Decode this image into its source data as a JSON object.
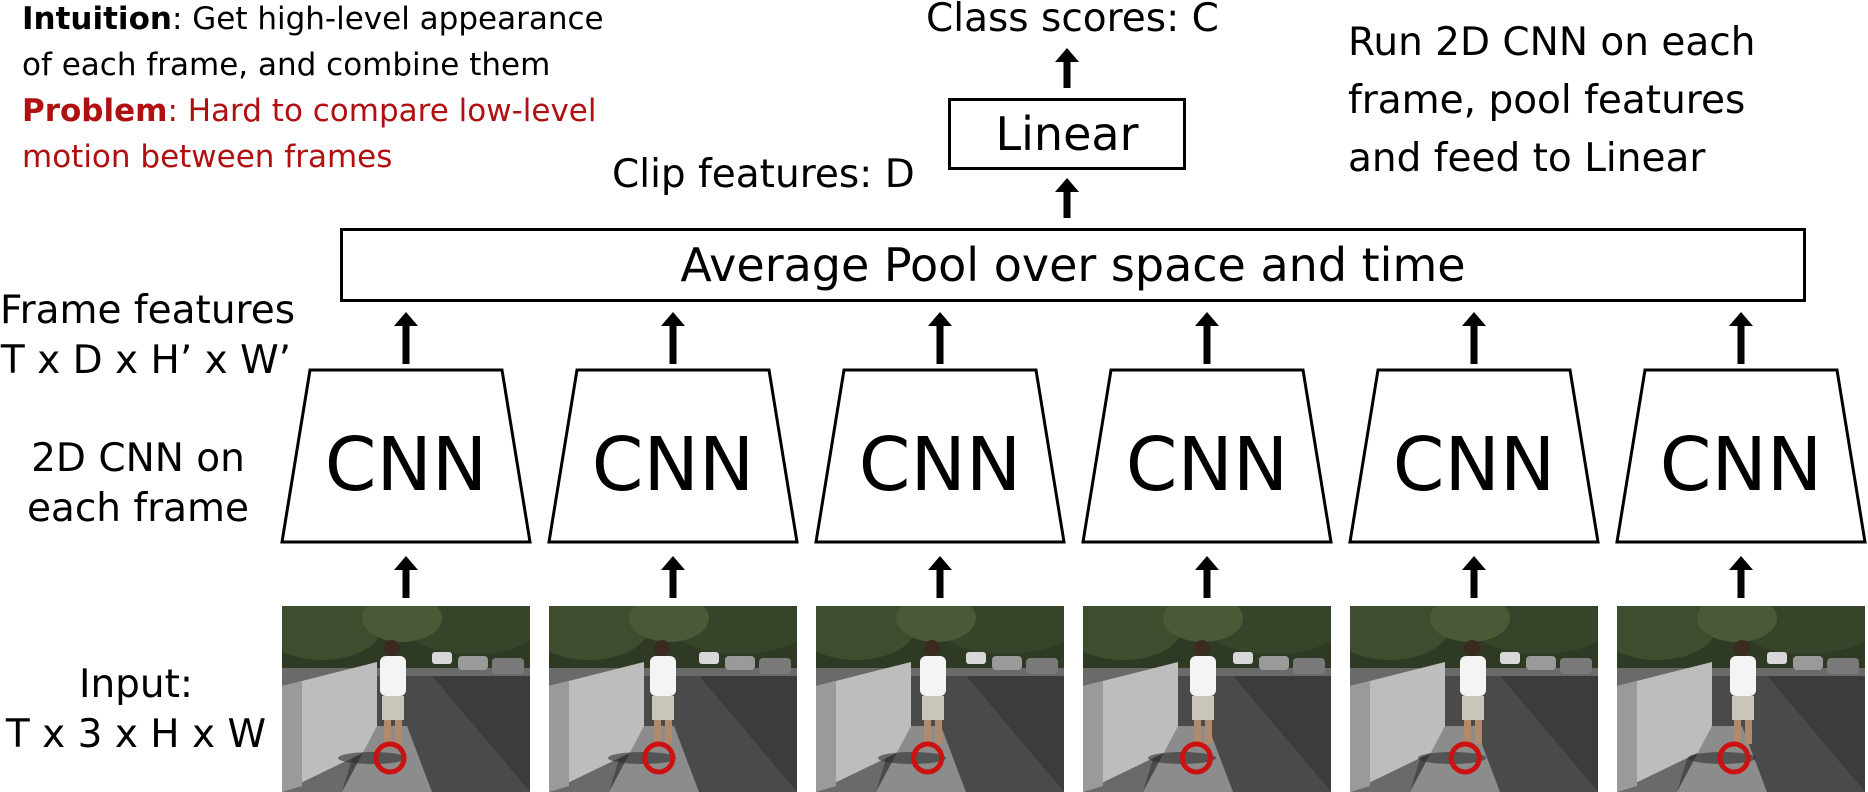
{
  "notes": {
    "intuition_label": "Intuition",
    "intuition_text_1": ": Get high-level appearance",
    "intuition_text_2": "of each frame, and combine them",
    "problem_label": "Problem",
    "problem_text_1": ": Hard to compare low-level",
    "problem_text_2": "motion between frames",
    "right_line_1": "Run 2D CNN on each",
    "right_line_2": "frame, pool features",
    "right_line_3": "and feed to Linear"
  },
  "top": {
    "class_scores": "Class scores: C",
    "linear": "Linear",
    "clip_features": "Clip features: D",
    "pool": "Average Pool over space and time"
  },
  "left_labels": {
    "frame_features_1": "Frame features",
    "frame_features_2": "T x D x H’ x W’",
    "cnn_1": "2D CNN on",
    "cnn_2": "each frame",
    "input_1": "Input:",
    "input_2": "T x 3 x H x W"
  },
  "cnn_blocks": [
    {
      "label": "CNN"
    },
    {
      "label": "CNN"
    },
    {
      "label": "CNN"
    },
    {
      "label": "CNN"
    },
    {
      "label": "CNN"
    },
    {
      "label": "CNN"
    }
  ],
  "colors": {
    "problem_red": "#b01010",
    "marker_red": "#cc1111"
  }
}
